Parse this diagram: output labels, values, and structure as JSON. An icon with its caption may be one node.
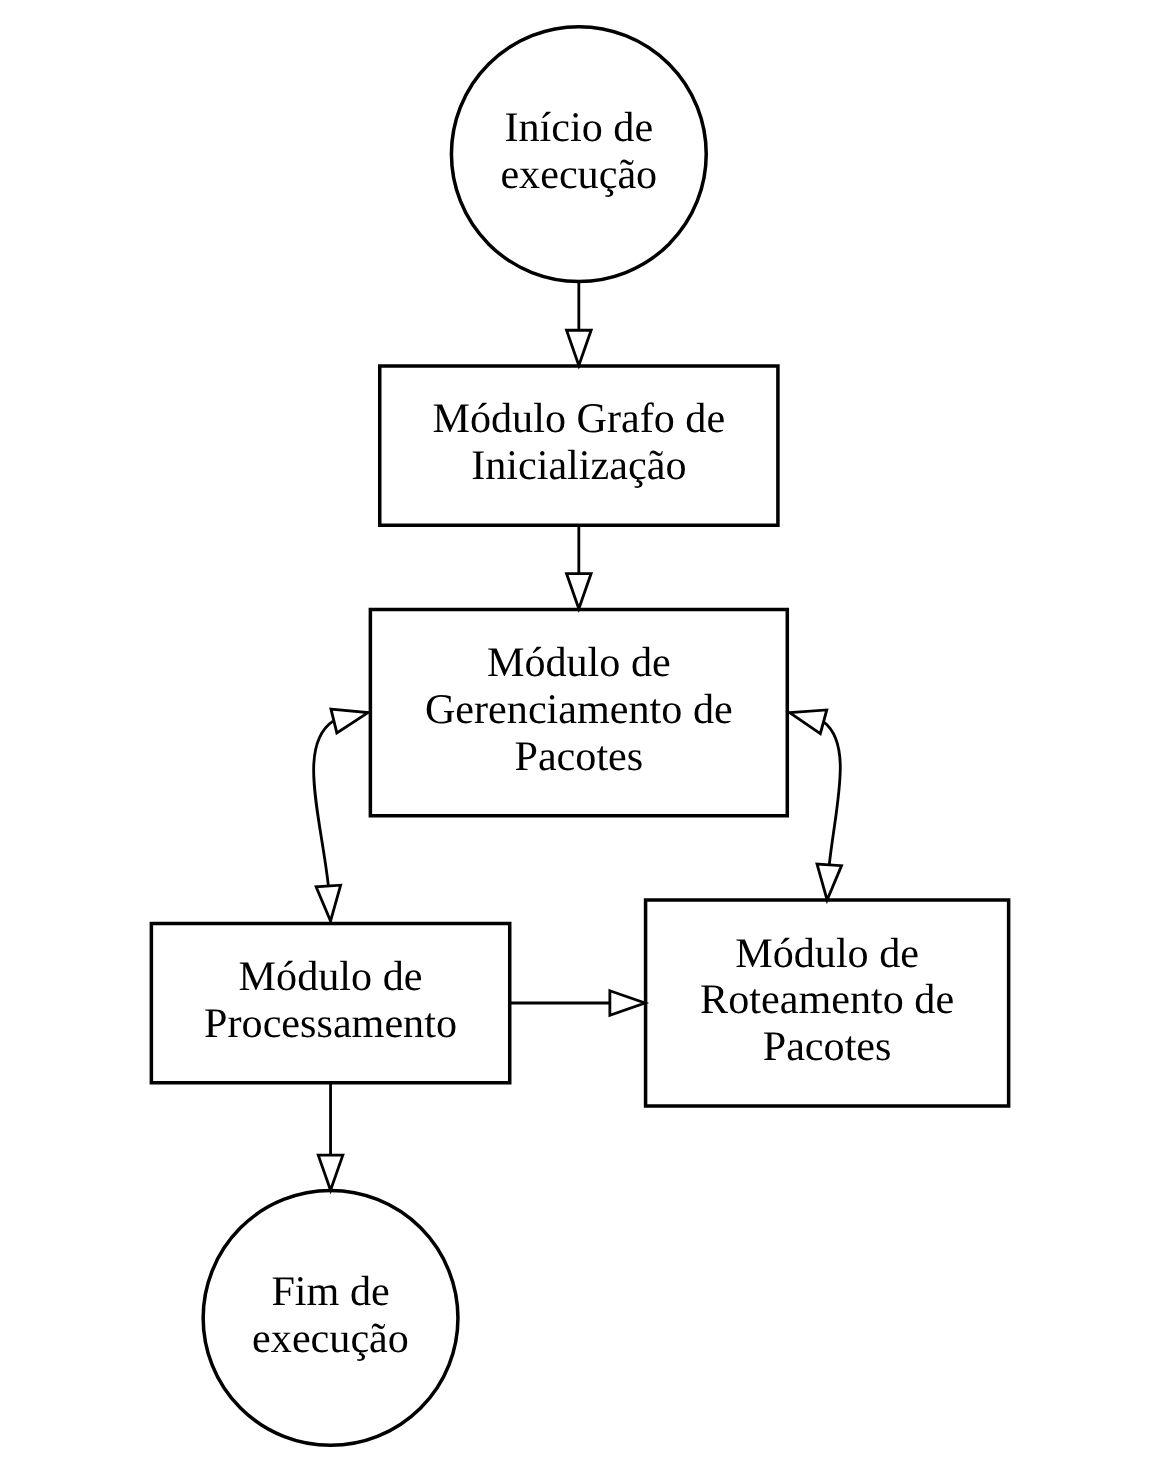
{
  "diagram": {
    "nodes": [
      {
        "text": [
          "Início de execução"
        ]
      },
      {
        "text": [
          "Módulo Grafo de Inicialização"
        ]
      },
      {
        "text": [
          "Módulo de Gerenciamento de Pacotes"
        ]
      },
      {
        "text": [
          "Módulo de Processamento"
        ]
      },
      {
        "text": [
          "Módulo de Roteamento de Pacotes"
        ]
      },
      {
        "text": [
          "Fim de execução"
        ]
      }
    ],
    "edges": [
      {
        "from": 0,
        "to": 1,
        "arrow": "to"
      },
      {
        "from": 1,
        "to": 2,
        "arrow": "to"
      },
      {
        "from": 2,
        "to": 3,
        "arrow": "both"
      },
      {
        "from": 2,
        "to": 4,
        "arrow": "both"
      },
      {
        "from": 3,
        "to": 4,
        "arrow": "to"
      },
      {
        "from": 3,
        "to": 5,
        "arrow": "to"
      }
    ]
  }
}
